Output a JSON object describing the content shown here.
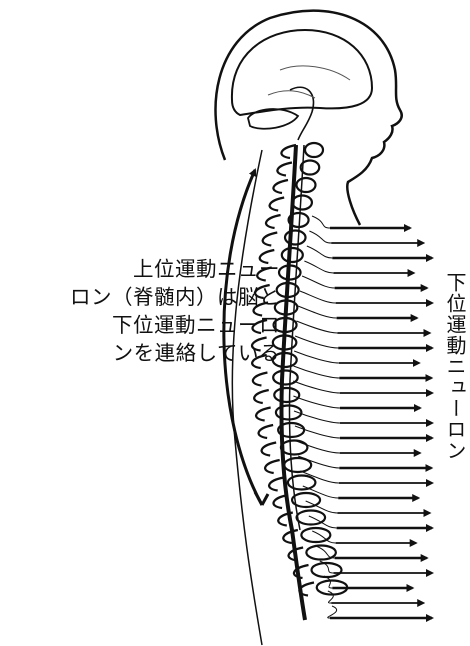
{
  "annotation": {
    "line1": "上位運動ニュー",
    "line2": "ロン（脊髄内）は脳と",
    "line3": "下位運動ニューロ",
    "line4": "ンを連絡している"
  },
  "vertical_label": "下位運動ニューロン",
  "colors": {
    "ink": "#111111",
    "background": "#ffffff"
  }
}
